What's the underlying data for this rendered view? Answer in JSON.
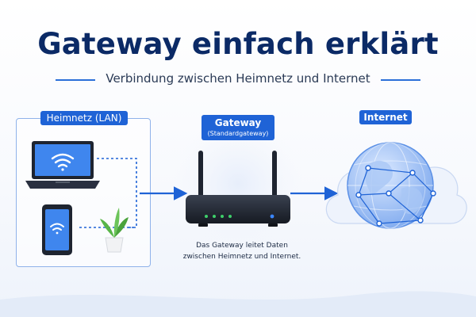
{
  "title": "Gateway einfach erklärt",
  "subtitle": "Verbindung zwischen Heimnetz und Internet",
  "lan": {
    "label": "Heimnetz (LAN)"
  },
  "gateway": {
    "label": "Gateway",
    "sublabel": "(Standardgateway)"
  },
  "internet": {
    "label": "Internet"
  },
  "caption": {
    "line1": "Das Gateway leitet Daten",
    "line2": "zwischen Heimnetz und Internet."
  },
  "colors": {
    "brand_dark": "#0b2a66",
    "accent_blue": "#1f63d6",
    "router_body": "#1e2430",
    "router_leds": "#3ecf6a"
  },
  "icons": [
    "laptop-icon",
    "smartphone-icon",
    "wifi-icon",
    "plant-icon",
    "router-icon",
    "globe-icon",
    "cloud-icon"
  ]
}
